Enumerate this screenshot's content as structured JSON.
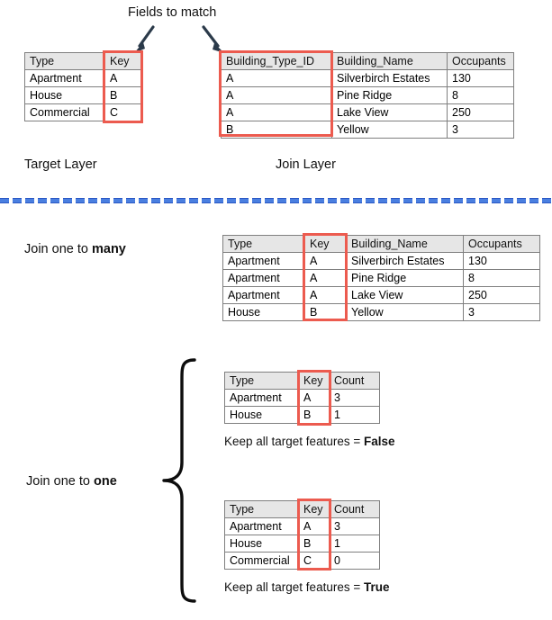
{
  "annotations": {
    "fields_to_match": "Fields to match",
    "target_layer": "Target Layer",
    "join_layer": "Join Layer",
    "join_one_to_many_prefix": "Join one to ",
    "join_one_to_many_emphasis": "many",
    "join_one_to_one_prefix": "Join one to ",
    "join_one_to_one_emphasis": "one",
    "keep_all_prefix": "Keep all target features = ",
    "keep_all_false": "False",
    "keep_all_true": "True"
  },
  "colors": {
    "key_highlight": "#ec5b4f",
    "header_fill": "#e6e6e6",
    "grid_line": "#7f7f7f",
    "arrow": "#2b3a4a",
    "divider_blue": "#2a57c4",
    "divider_blue_light": "#4a7fe0"
  },
  "tables": {
    "target_layer": {
      "name": "target-layer-table",
      "headers": [
        "Type",
        "Key"
      ],
      "highlight_column": 1,
      "rows": [
        [
          "Apartment",
          "A"
        ],
        [
          "House",
          "B"
        ],
        [
          "Commercial",
          "C"
        ]
      ]
    },
    "join_layer": {
      "name": "join-layer-table",
      "headers": [
        "Building_Type_ID",
        "Building_Name",
        "Occupants"
      ],
      "highlight_column": 0,
      "rows": [
        [
          "A",
          "Silverbirch Estates",
          "130"
        ],
        [
          "A",
          "Pine Ridge",
          "8"
        ],
        [
          "A",
          "Lake View",
          "250"
        ],
        [
          "B",
          "Yellow",
          "3"
        ]
      ]
    },
    "one_to_many_result": {
      "name": "one-to-many-result-table",
      "headers": [
        "Type",
        "Key",
        "Building_Name",
        "Occupants"
      ],
      "highlight_column": 1,
      "rows": [
        [
          "Apartment",
          "A",
          "Silverbirch Estates",
          "130"
        ],
        [
          "Apartment",
          "A",
          "Pine Ridge",
          "8"
        ],
        [
          "Apartment",
          "A",
          "Lake View",
          "250"
        ],
        [
          "House",
          "B",
          "Yellow",
          "3"
        ]
      ]
    },
    "one_to_one_false": {
      "name": "one-to-one-false-table",
      "headers": [
        "Type",
        "Key",
        "Count"
      ],
      "highlight_column": 1,
      "rows": [
        [
          "Apartment",
          "A",
          "3"
        ],
        [
          "House",
          "B",
          "1"
        ]
      ]
    },
    "one_to_one_true": {
      "name": "one-to-one-true-table",
      "headers": [
        "Type",
        "Key",
        "Count"
      ],
      "highlight_column": 1,
      "rows": [
        [
          "Apartment",
          "A",
          "3"
        ],
        [
          "House",
          "B",
          "1"
        ],
        [
          "Commercial",
          "C",
          "0"
        ]
      ]
    }
  },
  "icons": {
    "arrow_left_down": "arrow-down-left-icon",
    "arrow_right_down": "arrow-down-right-icon",
    "brace": "curly-brace-icon",
    "divider": "dashed-divider-icon"
  }
}
